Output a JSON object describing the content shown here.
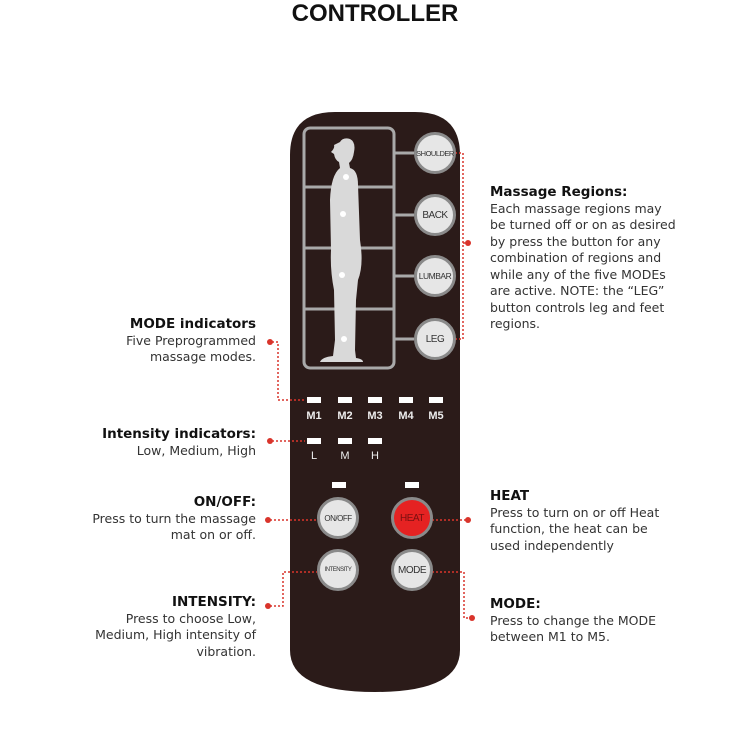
{
  "title": "CONTROLLER",
  "region_buttons": [
    "SHOULDER",
    "BACK",
    "LUMBAR",
    "LEG"
  ],
  "mode_labels": [
    "M1",
    "M2",
    "M3",
    "M4",
    "M5"
  ],
  "intensity_labels": [
    "L",
    "M",
    "H"
  ],
  "buttons": {
    "onoff": "ON/OFF",
    "heat": "HEAT",
    "intensity": "INTENSITY",
    "mode": "MODE"
  },
  "notes": {
    "regions": {
      "title": "Massage Regions:",
      "body": "Each massage regions may be turned off or on as desired by press the button for any combination of regions and while any of the five MODEs are active. NOTE: the “LEG” button controls leg and feet regions."
    },
    "mode_ind": {
      "title": "MODE indicators",
      "body": "Five Preprogrammed massage modes."
    },
    "int_ind": {
      "title": "Intensity indicators:",
      "body": "Low, Medium, High"
    },
    "onoff": {
      "title": "ON/OFF:",
      "body": "Press to turn the massage mat on or off."
    },
    "heat": {
      "title": "HEAT",
      "body": "Press to turn on or off Heat function, the heat can be used independently"
    },
    "intensity": {
      "title": "INTENSITY:",
      "body": "Press to choose Low, Medium, High intensity of vibration."
    },
    "mode": {
      "title": "MODE:",
      "body": "Press to change the MODE between M1 to M5."
    }
  },
  "colors": {
    "body": "#2b1b19",
    "accent": "#d9342b",
    "heat": "#e52222"
  }
}
